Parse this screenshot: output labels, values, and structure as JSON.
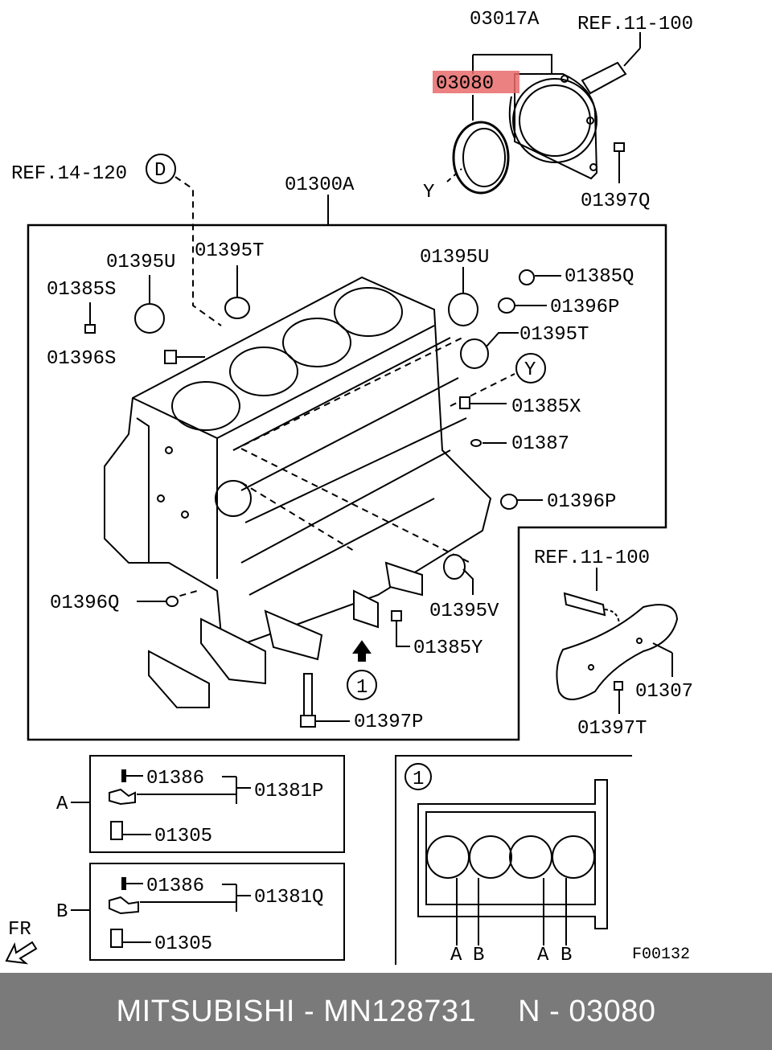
{
  "colors": {
    "highlight": "#e86b6b",
    "footer_bg": "#7a7a7a",
    "line": "#000000"
  },
  "labels": {
    "p03017A": "03017A",
    "ref_11_100_top": "REF.11-100",
    "p03080": "03080",
    "ref_14_120": "REF.14-120",
    "callout_D": "D",
    "callout_Y_top": "Y",
    "p01397Q": "01397Q",
    "p01300A": "01300A",
    "p01395U_left": "01395U",
    "p01395T_top": "01395T",
    "p01395U_right": "01395U",
    "p01385Q": "01385Q",
    "p01385S": "01385S",
    "p01396P_top": "01396P",
    "p01395T_right": "01395T",
    "p01396S": "01396S",
    "callout_Y_mid": "Y",
    "p01385X": "01385X",
    "p01387": "01387",
    "p01396P_mid": "01396P",
    "ref_11_100_right": "REF.11-100",
    "p01396Q": "01396Q",
    "p01395V": "01395V",
    "p01385Y": "01385Y",
    "callout_1": "1",
    "p01307": "01307",
    "p01397P": "01397P",
    "p01397T": "01397T"
  },
  "detail_A": {
    "tag": "A",
    "p01386": "01386",
    "p01381": "01381P",
    "p01305": "01305"
  },
  "detail_B": {
    "tag": "B",
    "p01386": "01386",
    "p01381": "01381Q",
    "p01305": "01305"
  },
  "inset": {
    "callout": "1",
    "letters": [
      "A",
      "B",
      "A",
      "B"
    ]
  },
  "direction_label": "FR",
  "figure_code": "F00132",
  "footer": {
    "brand_part": "MITSUBISHI - MN128731",
    "ref": "N - 03080"
  }
}
